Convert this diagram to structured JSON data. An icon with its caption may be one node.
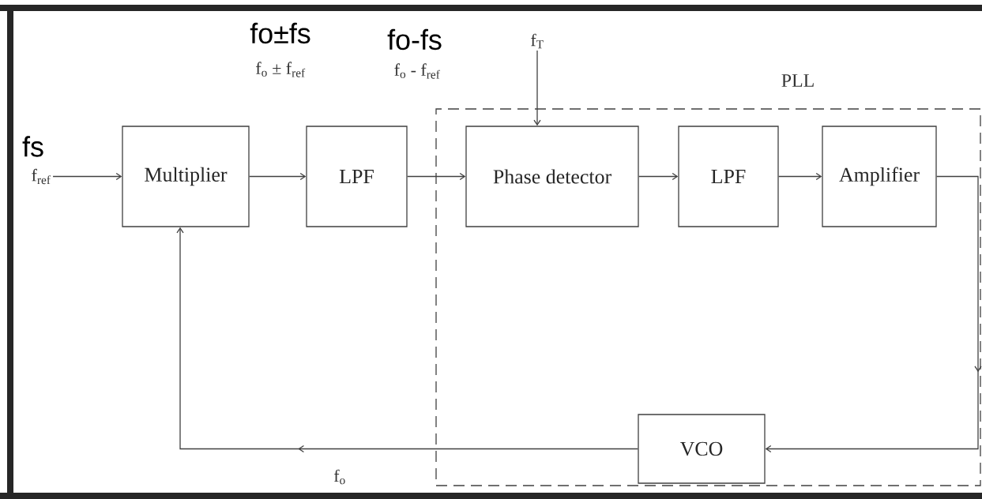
{
  "diagram": {
    "nodes": [
      {
        "text": [
          "PLL"
        ]
      },
      {
        "text": [
          "Multiplier"
        ]
      },
      {
        "text": [
          "LPF"
        ]
      },
      {
        "text": [
          "Phase detector"
        ],
        "in": 0
      },
      {
        "text": [
          "LPF"
        ],
        "in": 0
      },
      {
        "text": [
          "Amplifier"
        ],
        "in": 0
      },
      {
        "text": [
          "VCO"
        ],
        "in": 0
      },
      {
        "text": [
          "f$_{ref}$"
        ],
        "beside": [
          "fs"
        ]
      },
      {
        "text": [
          "f$_{T}$"
        ]
      }
    ],
    "edges": [
      {
        "from": 7,
        "to": 1,
        "arrow": "to"
      },
      {
        "from": 1,
        "to": 2,
        "arrow": "to"
      },
      {
        "from": 2,
        "to": 3,
        "arrow": "to"
      },
      {
        "from": 8,
        "to": 3,
        "arrow": "to"
      },
      {
        "from": 3,
        "to": 4,
        "arrow": "to"
      },
      {
        "from": 4,
        "to": 5,
        "arrow": "to"
      },
      {
        "from": 5,
        "to": 6,
        "arrow": "to"
      },
      {
        "from": 6,
        "to": 1,
        "arrow": "to"
      }
    ],
    "labels": [
      "fo±fs",
      "f$_{o}$ ± f$_{ref}$",
      "fo-fs",
      "f$_{o}$ - f$_{ref}$",
      "f$_{o}$"
    ]
  }
}
